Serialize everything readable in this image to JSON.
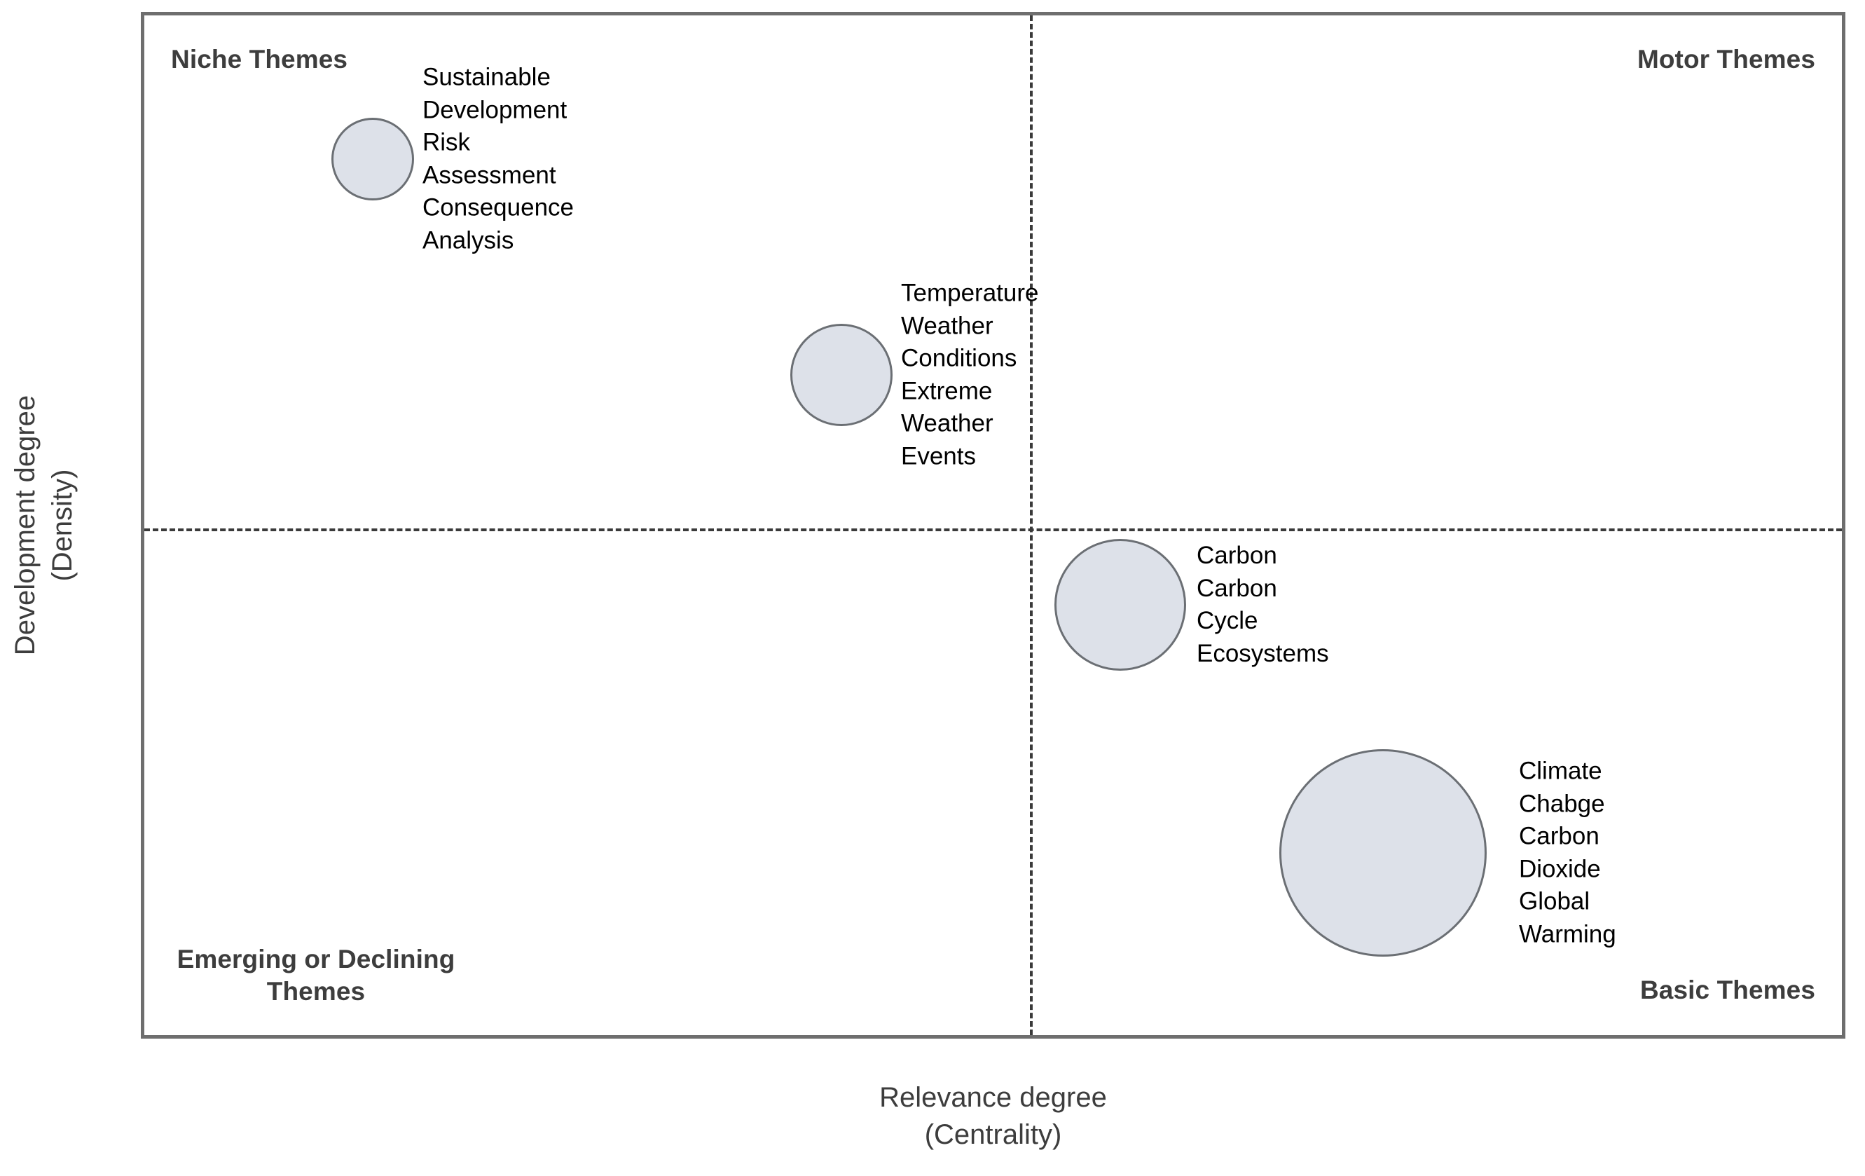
{
  "chart_data": {
    "type": "scatter",
    "title": "",
    "xlabel": "Relevance degree\n(Centrality)",
    "ylabel": "Development degree\n(Density)",
    "xlim": [
      0,
      1
    ],
    "ylim": [
      0,
      1
    ],
    "grid": false,
    "legend_position": "none",
    "quadrant_divider_x": 0.52,
    "quadrant_divider_y": 0.5,
    "quadrants": {
      "top_left": "Niche Themes",
      "top_right": "Motor Themes",
      "bottom_left": "Emerging or Declining\nThemes",
      "bottom_right": "Basic Themes"
    },
    "bubble_fill": "#dde1e9",
    "bubble_stroke": "#6b6f74",
    "points": [
      {
        "id": "cluster-sustainable-development",
        "quadrant": "Niche Themes",
        "x": 0.146,
        "y": 0.86,
        "size": 59,
        "label": "Sustainable Development\nRisk Assessment\nConsequence Analysis",
        "terms": [
          "Sustainable Development",
          "Risk Assessment",
          "Consequence Analysis"
        ]
      },
      {
        "id": "cluster-temperature",
        "quadrant": "Niche Themes",
        "x": 0.433,
        "y": 0.649,
        "size": 73,
        "label": "Temperature\nWeather Conditions\nExtreme Weather Events",
        "terms": [
          "Temperature",
          "Weather Conditions",
          "Extreme Weather Events"
        ]
      },
      {
        "id": "cluster-carbon",
        "quadrant": "Basic Themes",
        "x": 0.598,
        "y": 0.425,
        "size": 94,
        "label": "Carbon\nCarbon Cycle\nEcosystems",
        "terms": [
          "Carbon",
          "Carbon Cycle",
          "Ecosystems"
        ]
      },
      {
        "id": "cluster-climate-change",
        "quadrant": "Basic Themes",
        "x": 0.752,
        "y": 0.184,
        "size": 148,
        "label": "Climate Chabge\nCarbon Dioxide\nGlobal Warming",
        "terms": [
          "Climate Chabge",
          "Carbon Dioxide",
          "Global Warming"
        ]
      }
    ]
  }
}
